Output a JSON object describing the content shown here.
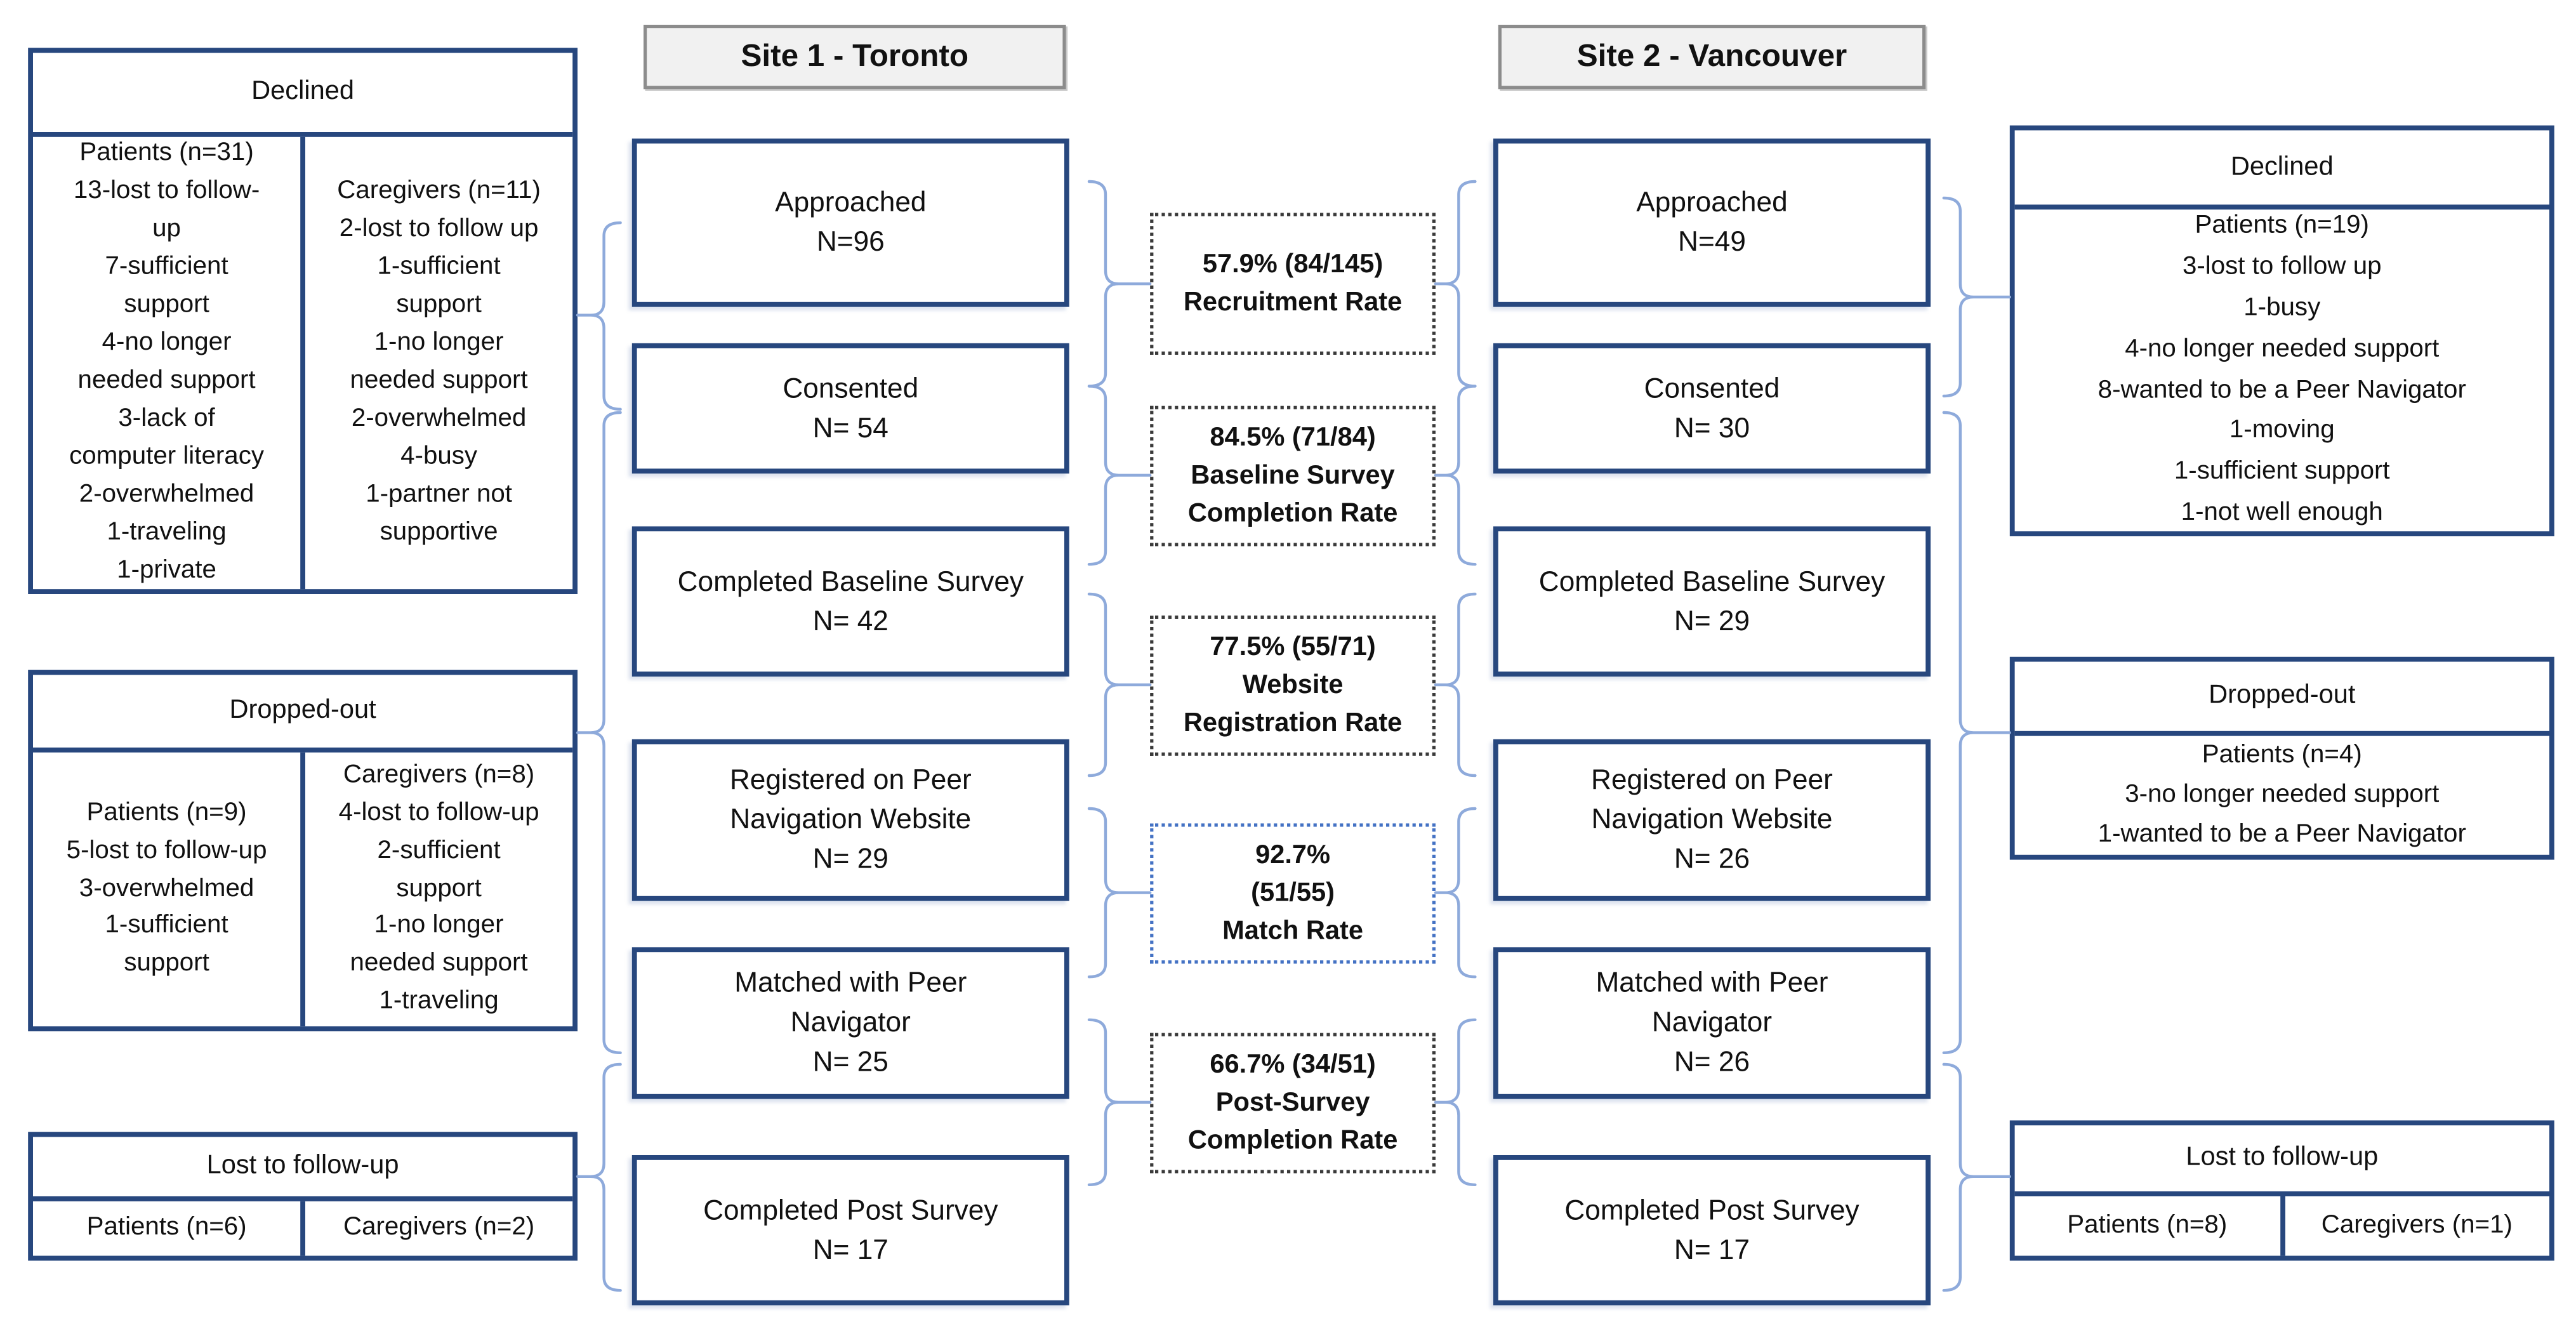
{
  "colors": {
    "box_border": "#27477E",
    "brace": "#8EAADB",
    "site_header_fill": "#F1F1F1",
    "site_header_border": "#8C8C8C",
    "rate_border_dark": "#3A3A3A",
    "rate_border_blue": "#4472C4"
  },
  "left_panels": {
    "declined": {
      "title": "Declined",
      "patients": "Patients (n=31)\n13-lost to follow-\nup\n7-sufficient\nsupport\n4-no longer\nneeded support\n3-lack of\ncomputer literacy\n2-overwhelmed\n1-traveling\n1-private",
      "caregivers": "Caregivers (n=11)\n2-lost to follow up\n1-sufficient\nsupport\n1-no longer\nneeded support\n2-overwhelmed\n4-busy\n1-partner not\nsupportive"
    },
    "dropped_out": {
      "title": "Dropped-out",
      "patients": "Patients (n=9)\n5-lost to follow-up\n3-overwhelmed\n1-sufficient\nsupport",
      "caregivers": "Caregivers (n=8)\n4-lost to follow-up\n2-sufficient\nsupport\n1-no longer\nneeded support\n1-traveling"
    },
    "lost": {
      "title": "Lost to follow-up",
      "patients": "Patients (n=6)",
      "caregivers": "Caregivers (n=2)"
    }
  },
  "site1": {
    "header": "Site 1 - Toronto",
    "steps": [
      "Approached\nN=96",
      "Consented\nN= 54",
      "Completed Baseline Survey\nN= 42",
      "Registered on Peer\nNavigation Website\nN= 29",
      "Matched with Peer\nNavigator\nN= 25",
      "Completed Post Survey\nN= 17"
    ]
  },
  "site2": {
    "header": "Site 2 - Vancouver",
    "steps": [
      "Approached\nN=49",
      "Consented\nN= 30",
      "Completed Baseline Survey\nN= 29",
      "Registered on Peer\nNavigation Website\nN= 26",
      "Matched with Peer\nNavigator\nN= 26",
      "Completed Post Survey\nN= 17"
    ]
  },
  "rates": [
    "57.9% (84/145)\nRecruitment Rate",
    "84.5% (71/84)\nBaseline Survey\nCompletion Rate",
    "77.5% (55/71)\nWebsite\nRegistration Rate",
    "92.7%\n(51/55)\nMatch Rate",
    "66.7% (34/51)\nPost-Survey\nCompletion Rate"
  ],
  "right_panels": {
    "declined": {
      "title": "Declined",
      "patients": "Patients (n=19)\n3-lost to follow up\n1-busy\n4-no longer needed support\n8-wanted to be a Peer Navigator\n1-moving\n1-sufficient support\n1-not well enough"
    },
    "dropped_out": {
      "title": "Dropped-out",
      "patients": "Patients (n=4)\n3-no longer needed support\n1-wanted to be a Peer Navigator"
    },
    "lost": {
      "title": "Lost to follow-up",
      "patients": "Patients (n=8)",
      "caregivers": "Caregivers (n=1)"
    }
  }
}
